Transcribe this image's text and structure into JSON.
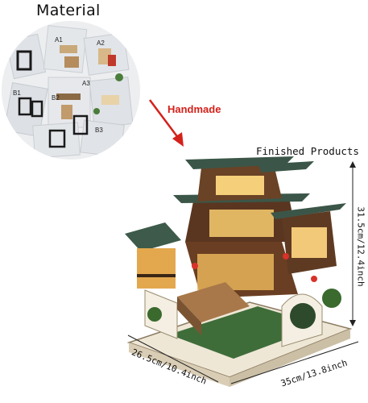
{
  "material": {
    "title": "Material",
    "bag_labels": [
      "A1",
      "A2",
      "A3",
      "B1",
      "B2",
      "B3"
    ]
  },
  "arrow": {
    "label": "Handmade",
    "color": "#d4211a"
  },
  "finished": {
    "title": "Finished Products"
  },
  "dimensions": {
    "height": "31.5cm/12.4inch",
    "depth": "26.5cm/10.4inch",
    "width": "35cm/13.8inch"
  }
}
